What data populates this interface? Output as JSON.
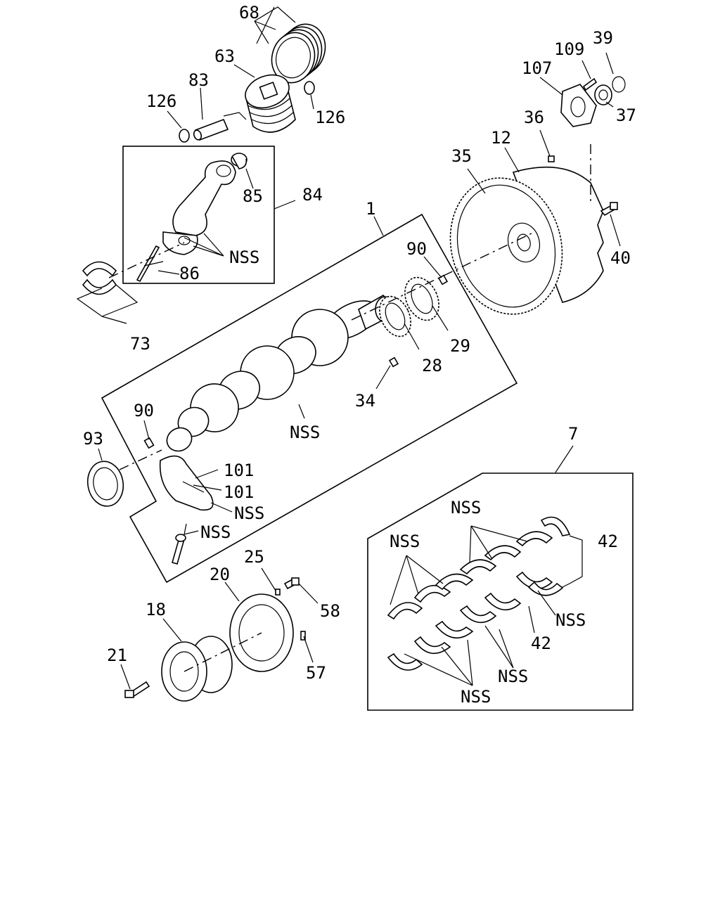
{
  "labels": {
    "l68": "68",
    "l63": "63",
    "l83": "83",
    "l126a": "126",
    "l126b": "126",
    "l85": "85",
    "l84": "84",
    "l86": "86",
    "nss_rod": "NSS",
    "l73": "73",
    "l1": "1",
    "l90a": "90",
    "l90b": "90",
    "l29": "29",
    "l28": "28",
    "l34": "34",
    "nss_crank": "NSS",
    "l93": "93",
    "l101a": "101",
    "l101b": "101",
    "nss_a": "NSS",
    "nss_b": "NSS",
    "l39": "39",
    "l109": "109",
    "l107": "107",
    "l37": "37",
    "l36": "36",
    "l12": "12",
    "l35": "35",
    "l40": "40",
    "l7": "7",
    "nss_top": "NSS",
    "nss_left": "NSS",
    "l42a": "42",
    "nss_right": "NSS",
    "l42b": "42",
    "nss_mid": "NSS",
    "nss_bottom": "NSS",
    "l25": "25",
    "l20": "20",
    "l58": "58",
    "l18": "18",
    "l21": "21",
    "l57": "57"
  }
}
